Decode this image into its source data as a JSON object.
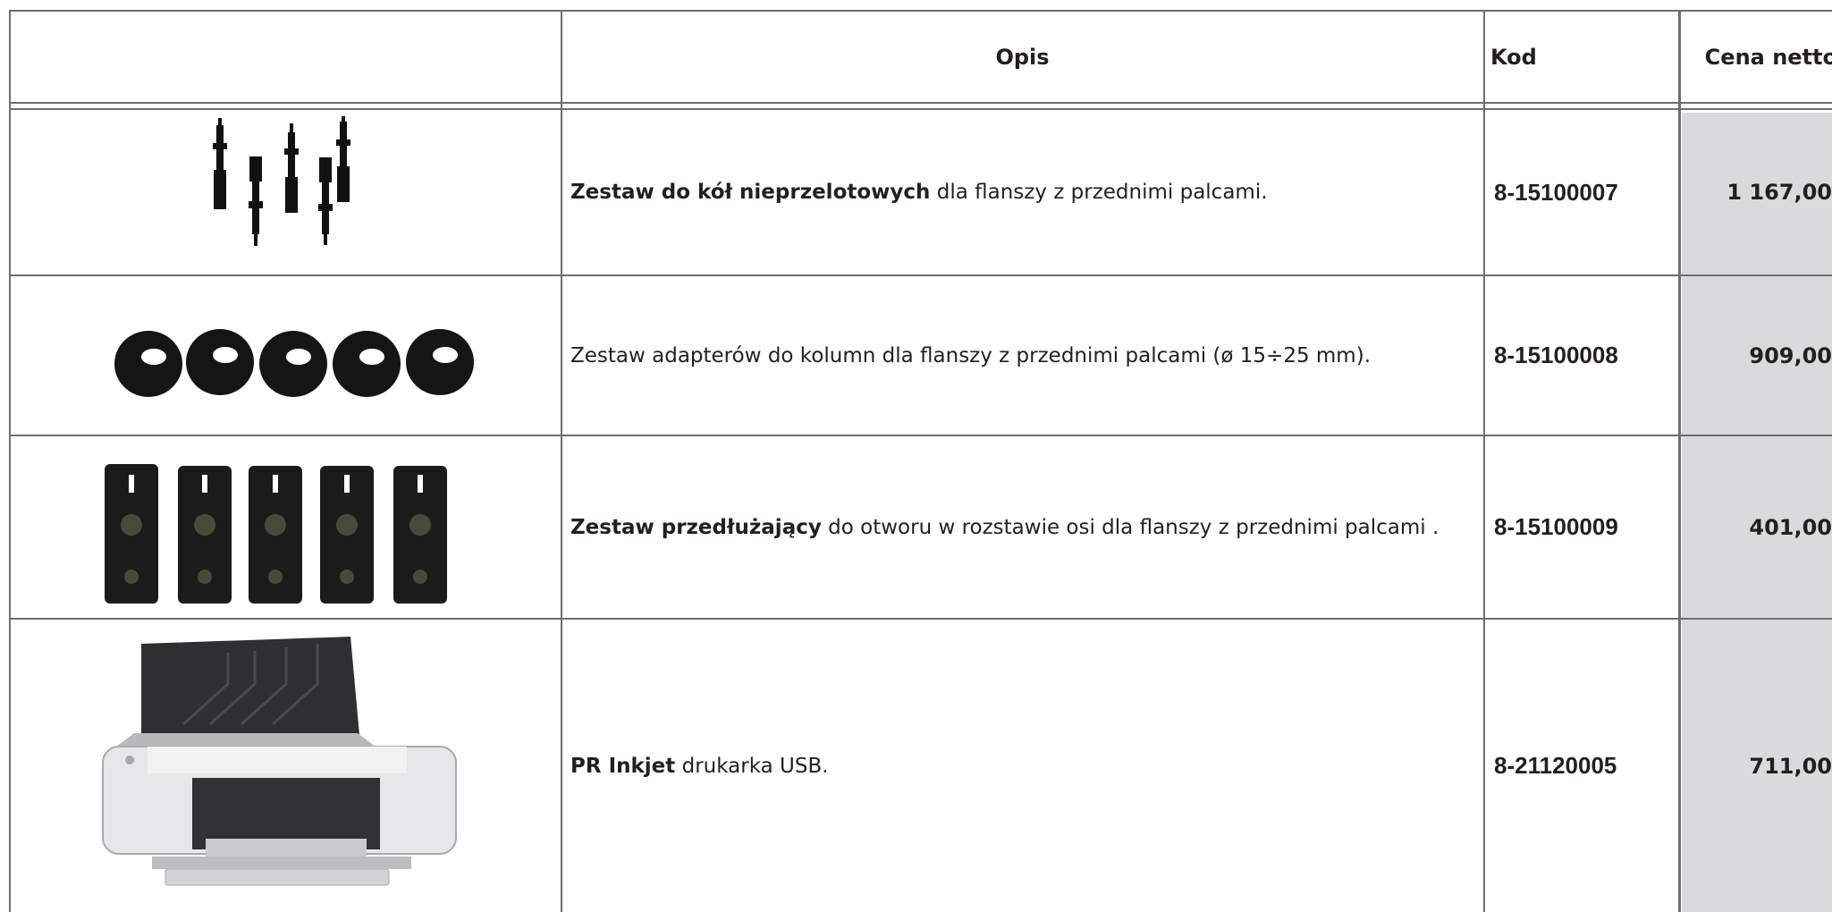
{
  "header": {
    "col_image": "",
    "col_opis": "Opis",
    "col_kod": "Kod",
    "col_cena": "Cena netto"
  },
  "rows": [
    {
      "bold": "Zestaw do kół nieprzelotowych",
      "text": " dla flanszy z przednimi palcami.",
      "code": "8-15100007",
      "price": "1 167,00",
      "image": "pins-icon"
    },
    {
      "bold": "",
      "text": "Zestaw adapterów do kolumn dla flanszy z przednimi palcami (ø 15÷25 mm).",
      "code": "8-15100008",
      "price": "909,00",
      "image": "adapters-icon"
    },
    {
      "bold": "Zestaw przedłużający",
      "text": " do otworu w rozstawie osi dla flanszy z przednimi palcami .",
      "code": "8-15100009",
      "price": "401,00",
      "image": "extensions-icon"
    },
    {
      "bold": "PR Inkjet",
      "text": " drukarka USB.",
      "code": "8-21120005",
      "price": "711,00",
      "image": "printer-icon"
    }
  ],
  "colors": {
    "border": "#6d6e71",
    "price_bg": "#d9dadb",
    "text": "#231f20"
  }
}
